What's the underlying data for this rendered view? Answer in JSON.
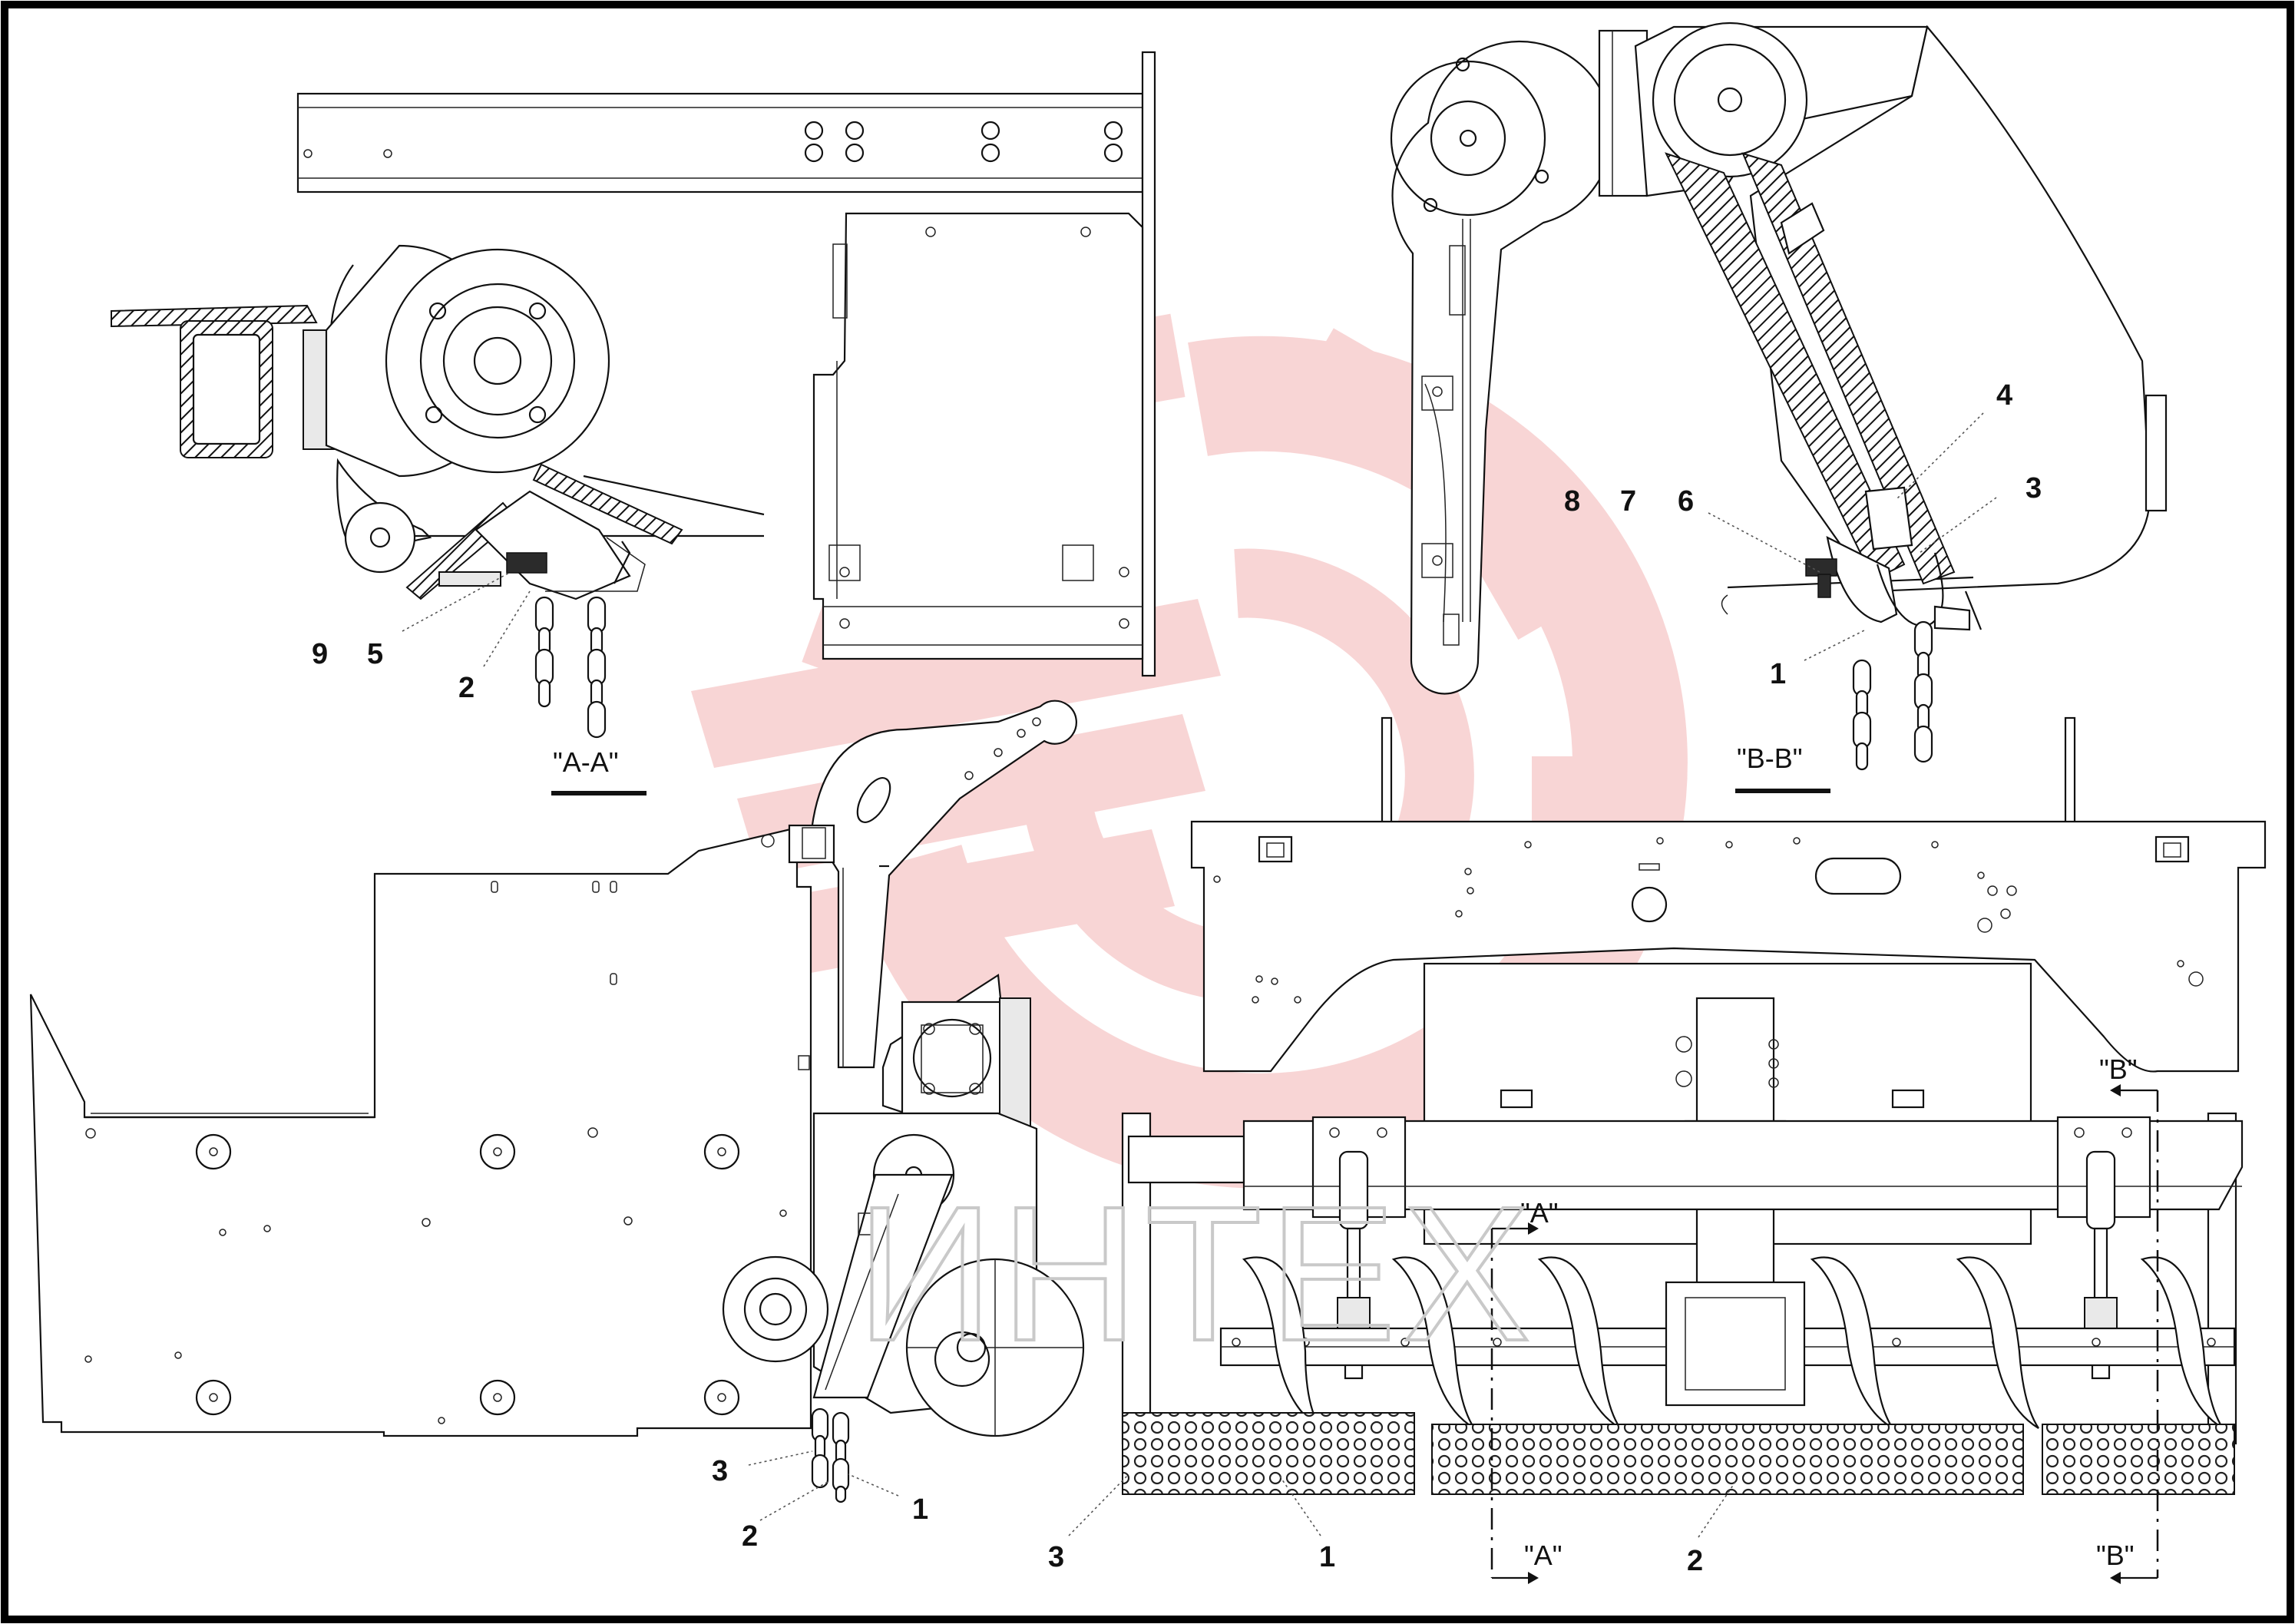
{
  "watermark": {
    "text": "ИНТЕХ",
    "logo_icon": "gear-wrench-logo-icon",
    "logo_color": "#f2b3b3"
  },
  "views": {
    "section_a": {
      "title": "\"A-A\"",
      "callouts": [
        "9",
        "5",
        "2"
      ]
    },
    "section_b": {
      "title": "\"B-B\"",
      "callouts": [
        "4",
        "3",
        "8",
        "7",
        "6",
        "1"
      ]
    },
    "side_view": {
      "callouts": [
        "3",
        "2",
        "1"
      ]
    },
    "front_view": {
      "callouts": [
        "3",
        "1",
        "2"
      ],
      "cut_marks": {
        "a_top": "\"A\"",
        "a_bottom": "\"A\"",
        "b_top": "\"B\"",
        "b_bottom": "\"B\""
      }
    }
  }
}
